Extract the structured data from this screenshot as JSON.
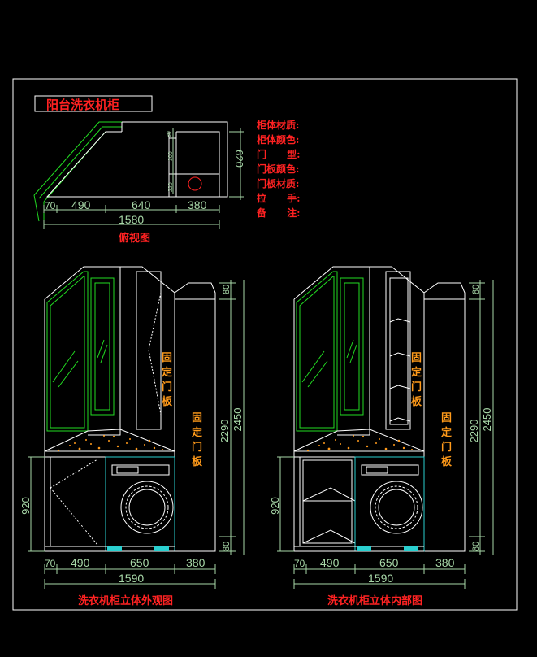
{
  "title": "阳台洗衣机柜",
  "plan": {
    "label": "俯视图",
    "dims_bottom": [
      "70",
      "490",
      "640",
      "380"
    ],
    "total_width": "1580",
    "depth": "620",
    "inner_dims": [
      "80",
      "300",
      "220"
    ]
  },
  "spec_labels": [
    "柜体材质:",
    "柜体颜色:",
    "门      型:",
    "门板颜色:",
    "门板材质:",
    "拉      手:",
    "备      注:"
  ],
  "left_view": {
    "caption": "洗衣机柜立体外观图",
    "door_label_upper": [
      "固",
      "定",
      "门",
      "板"
    ],
    "door_label_side": [
      "固",
      "定",
      "门",
      "板"
    ],
    "dims_bottom": [
      "70",
      "490",
      "650",
      "380"
    ],
    "total_width": "1590",
    "height_left": "920",
    "height_right_top": "80",
    "height_right_mid": "2290",
    "height_right_bottom": "80",
    "height_total": "2450"
  },
  "right_view": {
    "caption": "洗衣机柜立体内部图",
    "door_label_upper": [
      "固",
      "定",
      "门",
      "板"
    ],
    "door_label_side": [
      "固",
      "定",
      "门",
      "板"
    ],
    "dims_bottom": [
      "70",
      "490",
      "650",
      "380"
    ],
    "total_width": "1590",
    "height_left": "920",
    "height_right_top": "80",
    "height_right_mid": "2290",
    "height_right_bottom": "80",
    "height_total": "2450"
  },
  "colors": {
    "background": "#000000",
    "line": "#ffffff",
    "green": "#22dd22",
    "cyan": "#2ad0d0",
    "red": "#ff2222",
    "orange": "#ff9a1a",
    "dim": "#a8d8a8"
  }
}
